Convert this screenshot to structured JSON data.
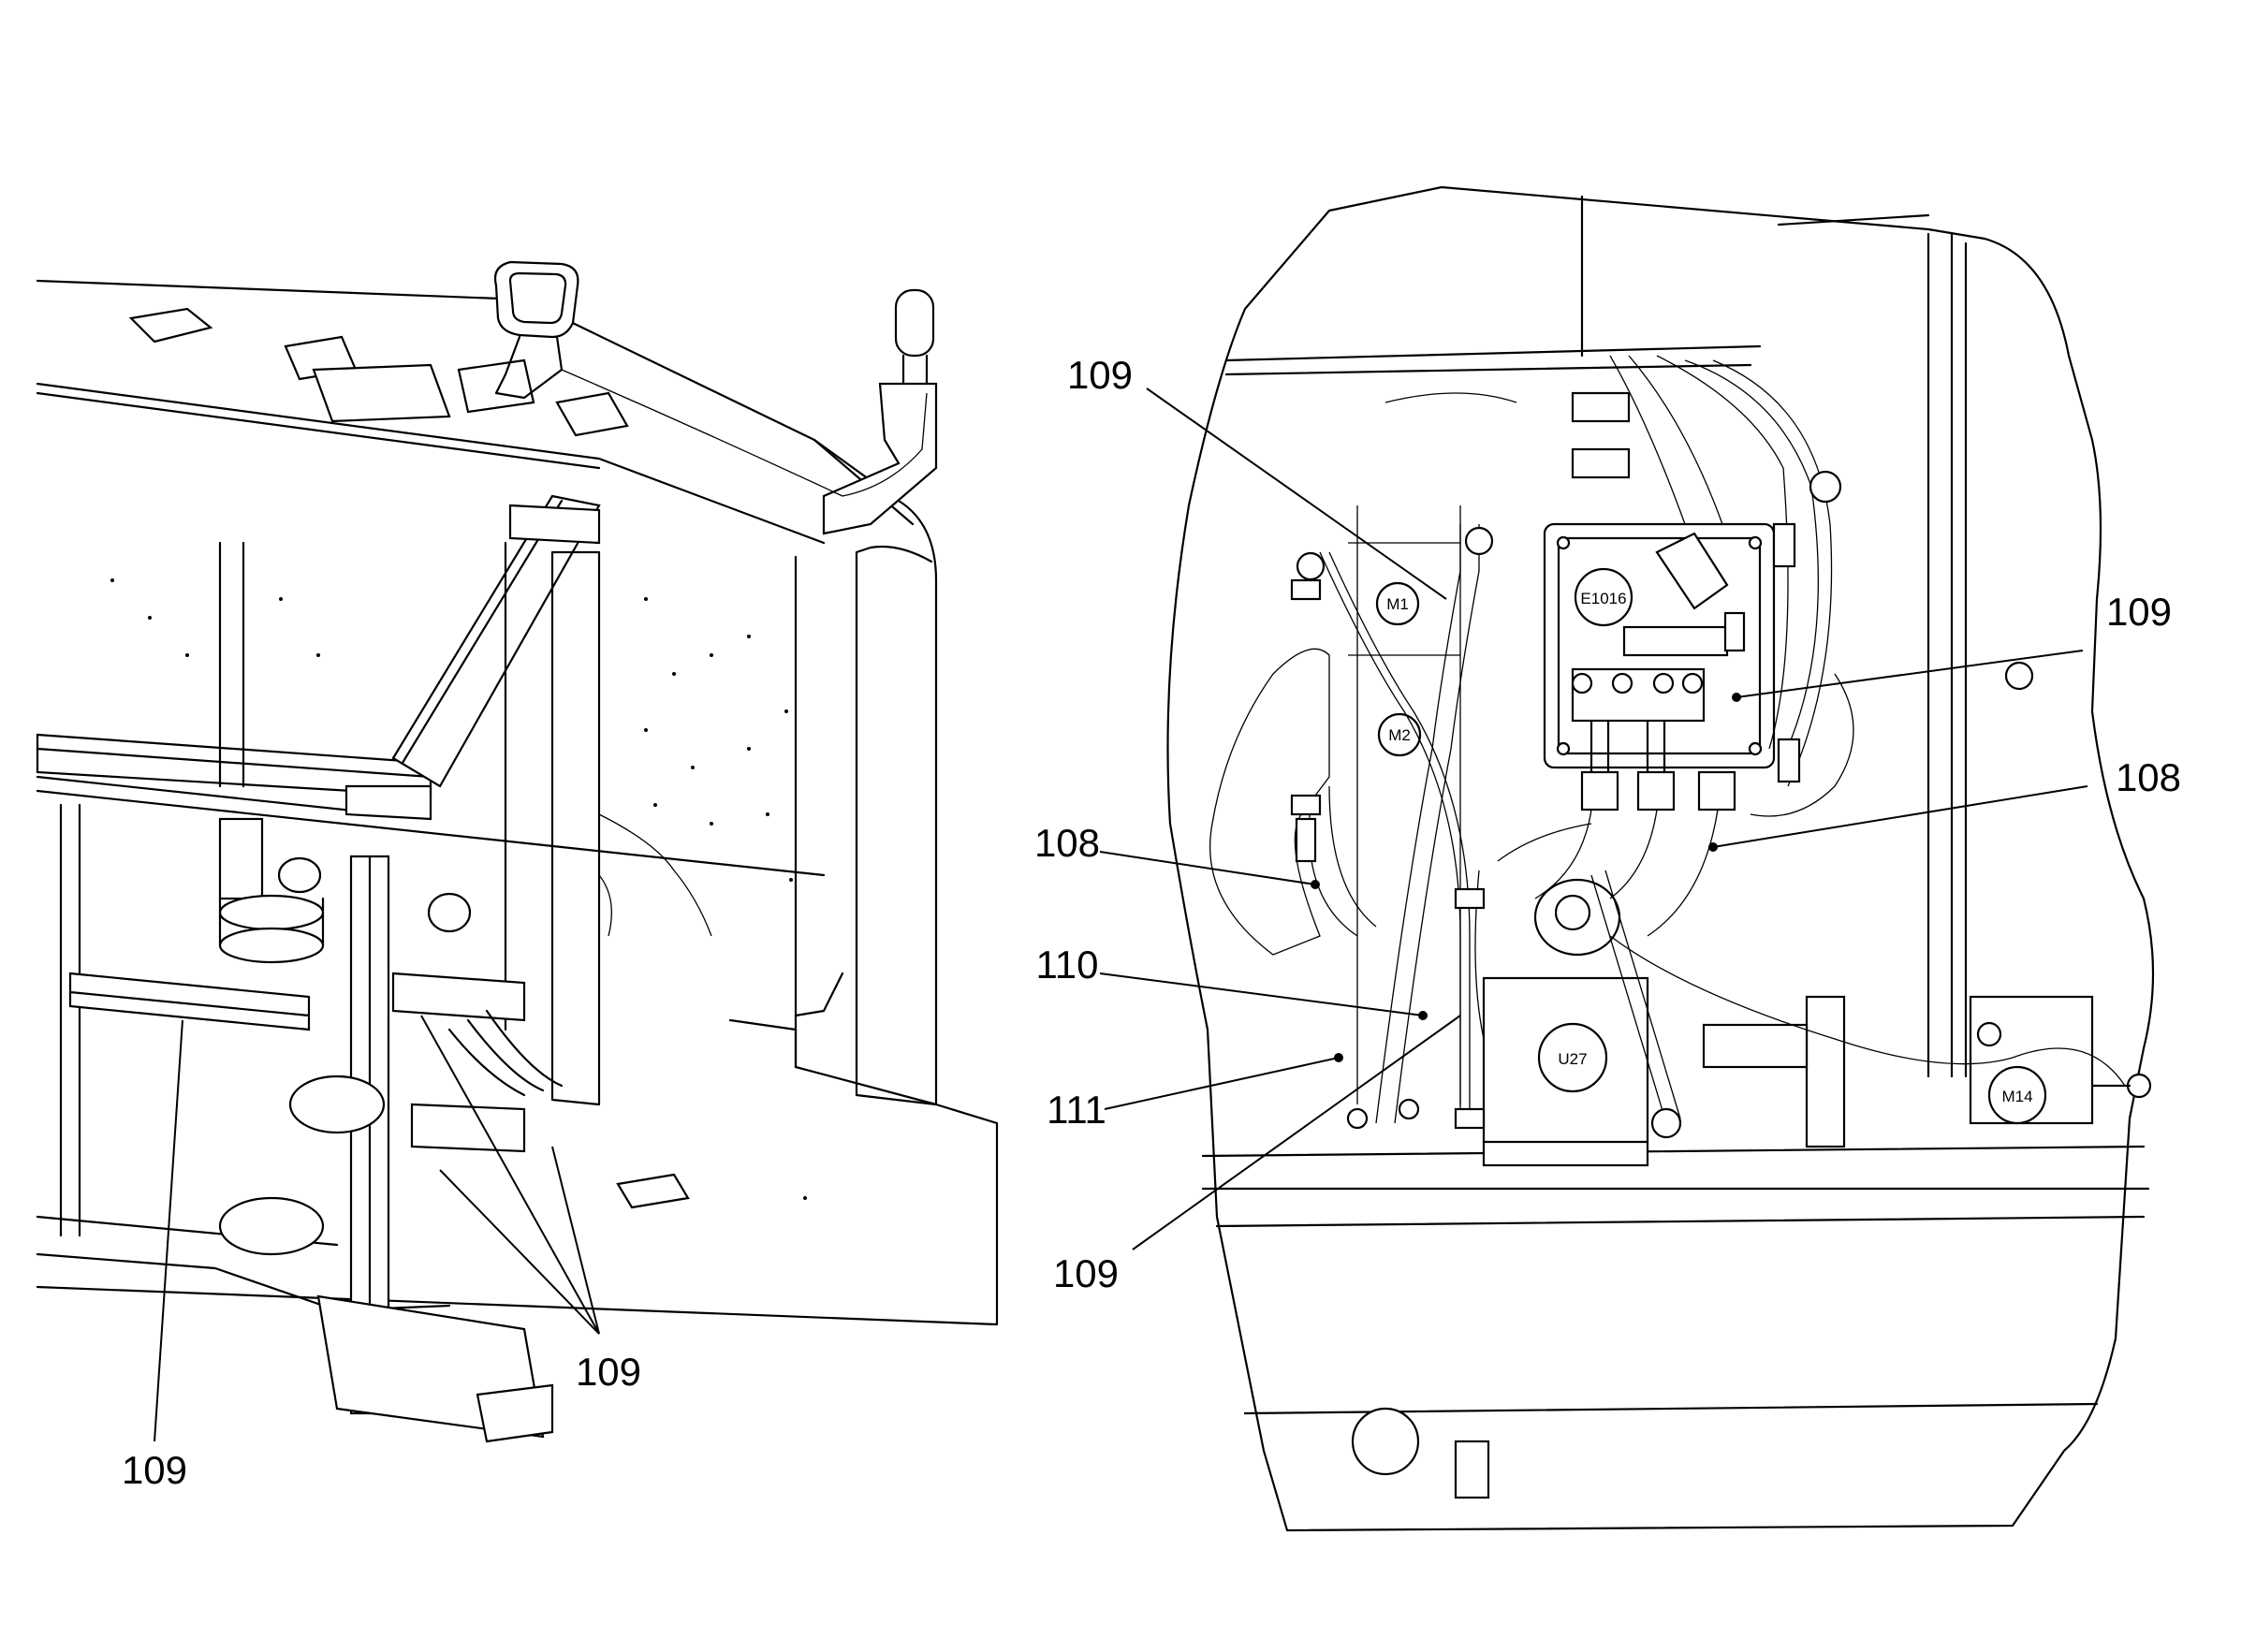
{
  "left_view": {
    "callouts": [
      "109",
      "109"
    ]
  },
  "right_view": {
    "callouts": [
      "109",
      "109",
      "108",
      "108",
      "110",
      "111",
      "109"
    ],
    "component_tags": [
      "M1",
      "M2",
      "E1016",
      "U27",
      "M14"
    ]
  },
  "colors": {
    "line": "#000000",
    "background": "#ffffff"
  }
}
